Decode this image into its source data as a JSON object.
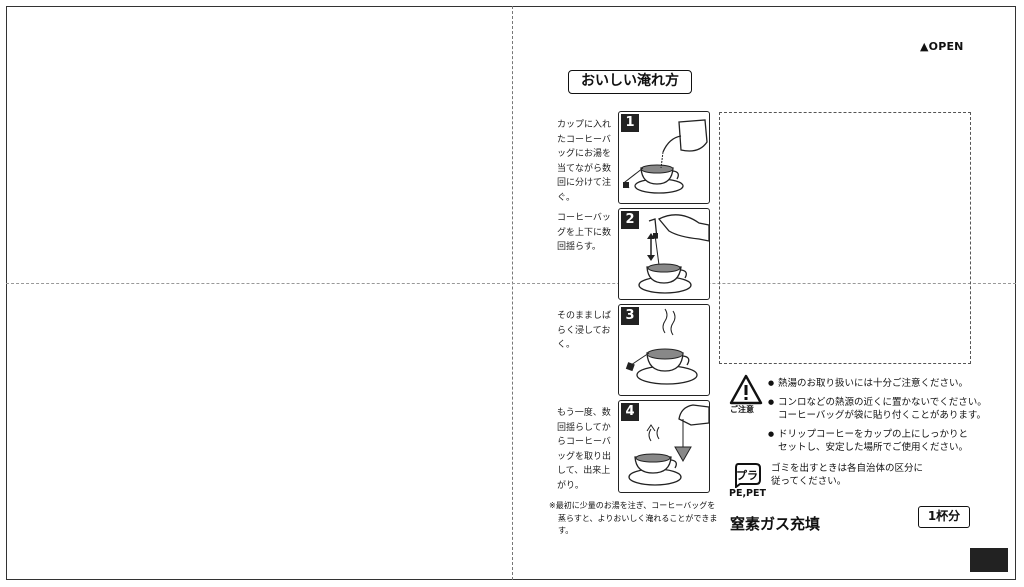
{
  "open_label": "▲OPEN",
  "title": "おいしい淹れ方",
  "steps": [
    {
      "number": "1",
      "text": "カップに入れたコーヒーバッグにお湯を当てながら数回に分けて注ぐ。"
    },
    {
      "number": "2",
      "text": "コーヒーバッグを上下に数回揺らす。"
    },
    {
      "number": "3",
      "text": "そのまましばらく浸しておく。"
    },
    {
      "number": "4",
      "text": "もう一度、数回揺らしてからコーヒーバッグを取り出して、出来上がり。"
    }
  ],
  "note": {
    "line1": "※最初に少量のお湯を注ぎ、コーヒーバッグを",
    "line2": "蒸らすと、よりおいしく淹れることができます。"
  },
  "caution": {
    "label": "ご注意",
    "items": [
      {
        "line1": "熱湯のお取り扱いには十分ご注意ください。",
        "line2": ""
      },
      {
        "line1": "コンロなどの熱源の近くに置かないでください。",
        "line2": "コーヒーバッグが袋に貼り付くことがあります。"
      },
      {
        "line1": "ドリップコーヒーをカップの上にしっかりと",
        "line2": "セットし、安定した場所でご使用ください。"
      }
    ]
  },
  "recycle": {
    "label": "PE,PET",
    "mark_text": "プラ",
    "text_line1": "ゴミを出すときは各自治体の区分に",
    "text_line2": "従ってください。"
  },
  "nitrogen": "窒素ガス充填",
  "cups": "1杯分"
}
